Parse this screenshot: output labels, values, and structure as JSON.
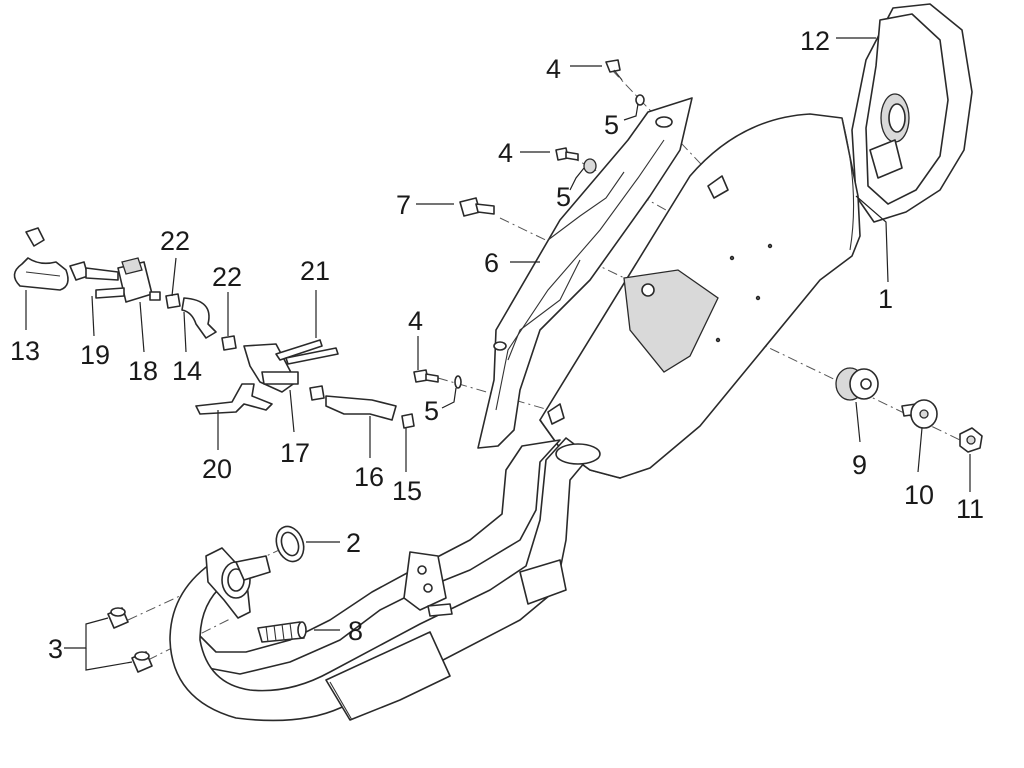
{
  "callouts": {
    "c1": "1",
    "c2": "2",
    "c3": "3",
    "c4a": "4",
    "c4b": "4",
    "c4c": "4",
    "c5a": "5",
    "c5b": "5",
    "c5c": "5",
    "c6": "6",
    "c7": "7",
    "c8": "8",
    "c9": "9",
    "c10": "10",
    "c11": "11",
    "c12": "12",
    "c13": "13",
    "c14": "14",
    "c15": "15",
    "c16": "16",
    "c17": "17",
    "c18": "18",
    "c19": "19",
    "c20": "20",
    "c21": "21",
    "c22a": "22",
    "c22b": "22"
  }
}
